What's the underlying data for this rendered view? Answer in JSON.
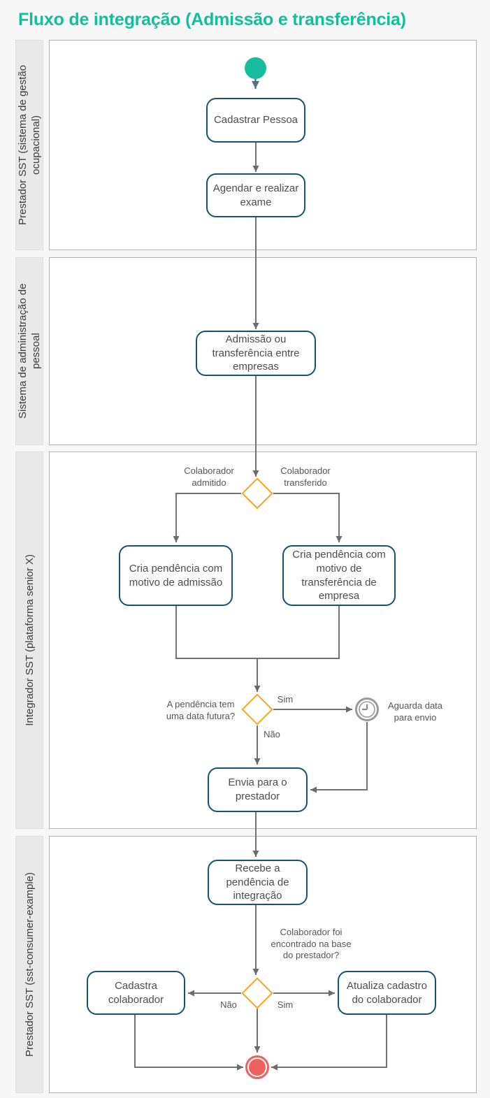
{
  "title": "Fluxo de integração (Admissão e transferência)",
  "colors": {
    "title": "#12bf9d",
    "start_event": "#16bc9c",
    "end_event": "#f15f5f",
    "task_border": "#17536f",
    "gateway_border": "#f6a723",
    "connector": "#737373",
    "timer": "#9a9a9a",
    "lane_label_bg": "#e9e9e9"
  },
  "icons": {
    "start_event": "filled-circle",
    "timer_event": "clock",
    "end_event": "double-circle"
  },
  "lanes": [
    {
      "label": "Prestador SST (sistema de gestão ocupacional)"
    },
    {
      "label": "Sistema de administração de pessoal"
    },
    {
      "label": "Integrador SST (plataforma senior X)"
    },
    {
      "label": "Prestador SST (sst-consumer-example)"
    }
  ],
  "nodes": {
    "cadastrar_pessoa": "Cadastrar Pessoa",
    "agendar_exame": "Agendar e realizar exame",
    "admissao_transferencia": "Admissão ou transferência entre empresas",
    "cria_pendencia_admissao": "Cria pendência com motivo de admissão",
    "cria_pendencia_transferencia": "Cria pendência com motivo de transferência de empresa",
    "envia_prestador": "Envia para o prestador",
    "recebe_pendencia": "Recebe a pendência de integração",
    "cadastra_colaborador": "Cadastra colaborador",
    "atualiza_cadastro": "Atualiza cadastro do colaborador"
  },
  "edge_labels": {
    "colaborador_admitido": "Colaborador admitido",
    "colaborador_transferido": "Colaborador transferido",
    "pendencia_data_futura": "A pendência tem uma data futura?",
    "sim_1": "Sim",
    "nao_1": "Não",
    "aguarda_data": "Aguarda data para envio",
    "colaborador_encontrado": "Colaborador foi encontrado na base do prestador?",
    "nao_2": "Não",
    "sim_2": "Sim"
  }
}
